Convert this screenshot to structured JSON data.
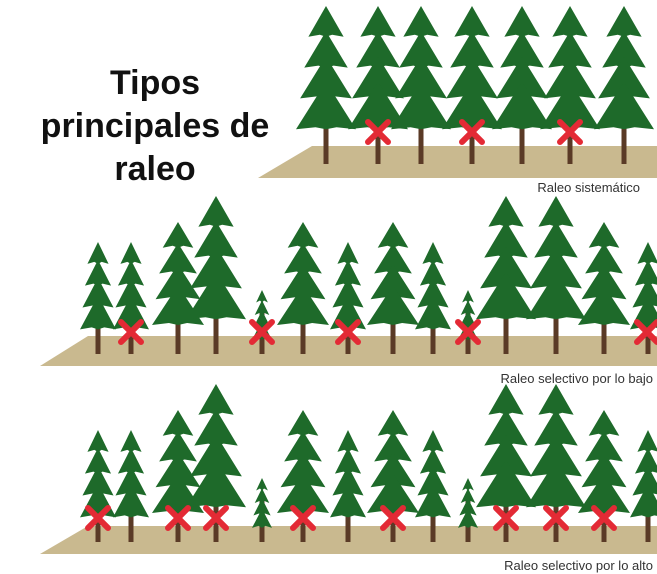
{
  "title": {
    "line1": "Tipos",
    "line2": "principales de",
    "line3": "raleo"
  },
  "colors": {
    "foliage": "#1e6a2a",
    "trunk": "#5a3a26",
    "ground": "#c9b98f",
    "mark": "#e32a35",
    "title_text": "#111111",
    "caption_text": "#333333"
  },
  "mark_icon": "red-x-mark",
  "rows": [
    {
      "id": "systematic",
      "caption": "Raleo sistemático",
      "trees": [
        {
          "h": "tall",
          "marked": false
        },
        {
          "h": "tall",
          "marked": true
        },
        {
          "h": "tall",
          "marked": false
        },
        {
          "h": "tall",
          "marked": true
        },
        {
          "h": "tall",
          "marked": false
        },
        {
          "h": "tall",
          "marked": true
        },
        {
          "h": "tall",
          "marked": false
        }
      ]
    },
    {
      "id": "low",
      "caption": "Raleo selectivo por lo bajo",
      "trees": [
        {
          "h": "small",
          "marked": false
        },
        {
          "h": "small",
          "marked": true
        },
        {
          "h": "medium",
          "marked": false
        },
        {
          "h": "tall",
          "marked": false
        },
        {
          "h": "tiny",
          "marked": true
        },
        {
          "h": "medium",
          "marked": false
        },
        {
          "h": "small",
          "marked": true
        },
        {
          "h": "medium",
          "marked": false
        },
        {
          "h": "small",
          "marked": false
        },
        {
          "h": "tiny",
          "marked": true
        },
        {
          "h": "tall",
          "marked": false
        },
        {
          "h": "tall",
          "marked": false
        },
        {
          "h": "medium",
          "marked": false
        },
        {
          "h": "small",
          "marked": true
        }
      ]
    },
    {
      "id": "high",
      "caption": "Raleo selectivo por lo alto",
      "trees": [
        {
          "h": "small",
          "marked": true
        },
        {
          "h": "small",
          "marked": false
        },
        {
          "h": "medium",
          "marked": true
        },
        {
          "h": "tall",
          "marked": true
        },
        {
          "h": "tiny",
          "marked": false
        },
        {
          "h": "medium",
          "marked": true
        },
        {
          "h": "small",
          "marked": false
        },
        {
          "h": "medium",
          "marked": true
        },
        {
          "h": "small",
          "marked": false
        },
        {
          "h": "tiny",
          "marked": false
        },
        {
          "h": "tall",
          "marked": true
        },
        {
          "h": "tall",
          "marked": true
        },
        {
          "h": "medium",
          "marked": true
        },
        {
          "h": "small",
          "marked": false
        }
      ]
    }
  ]
}
